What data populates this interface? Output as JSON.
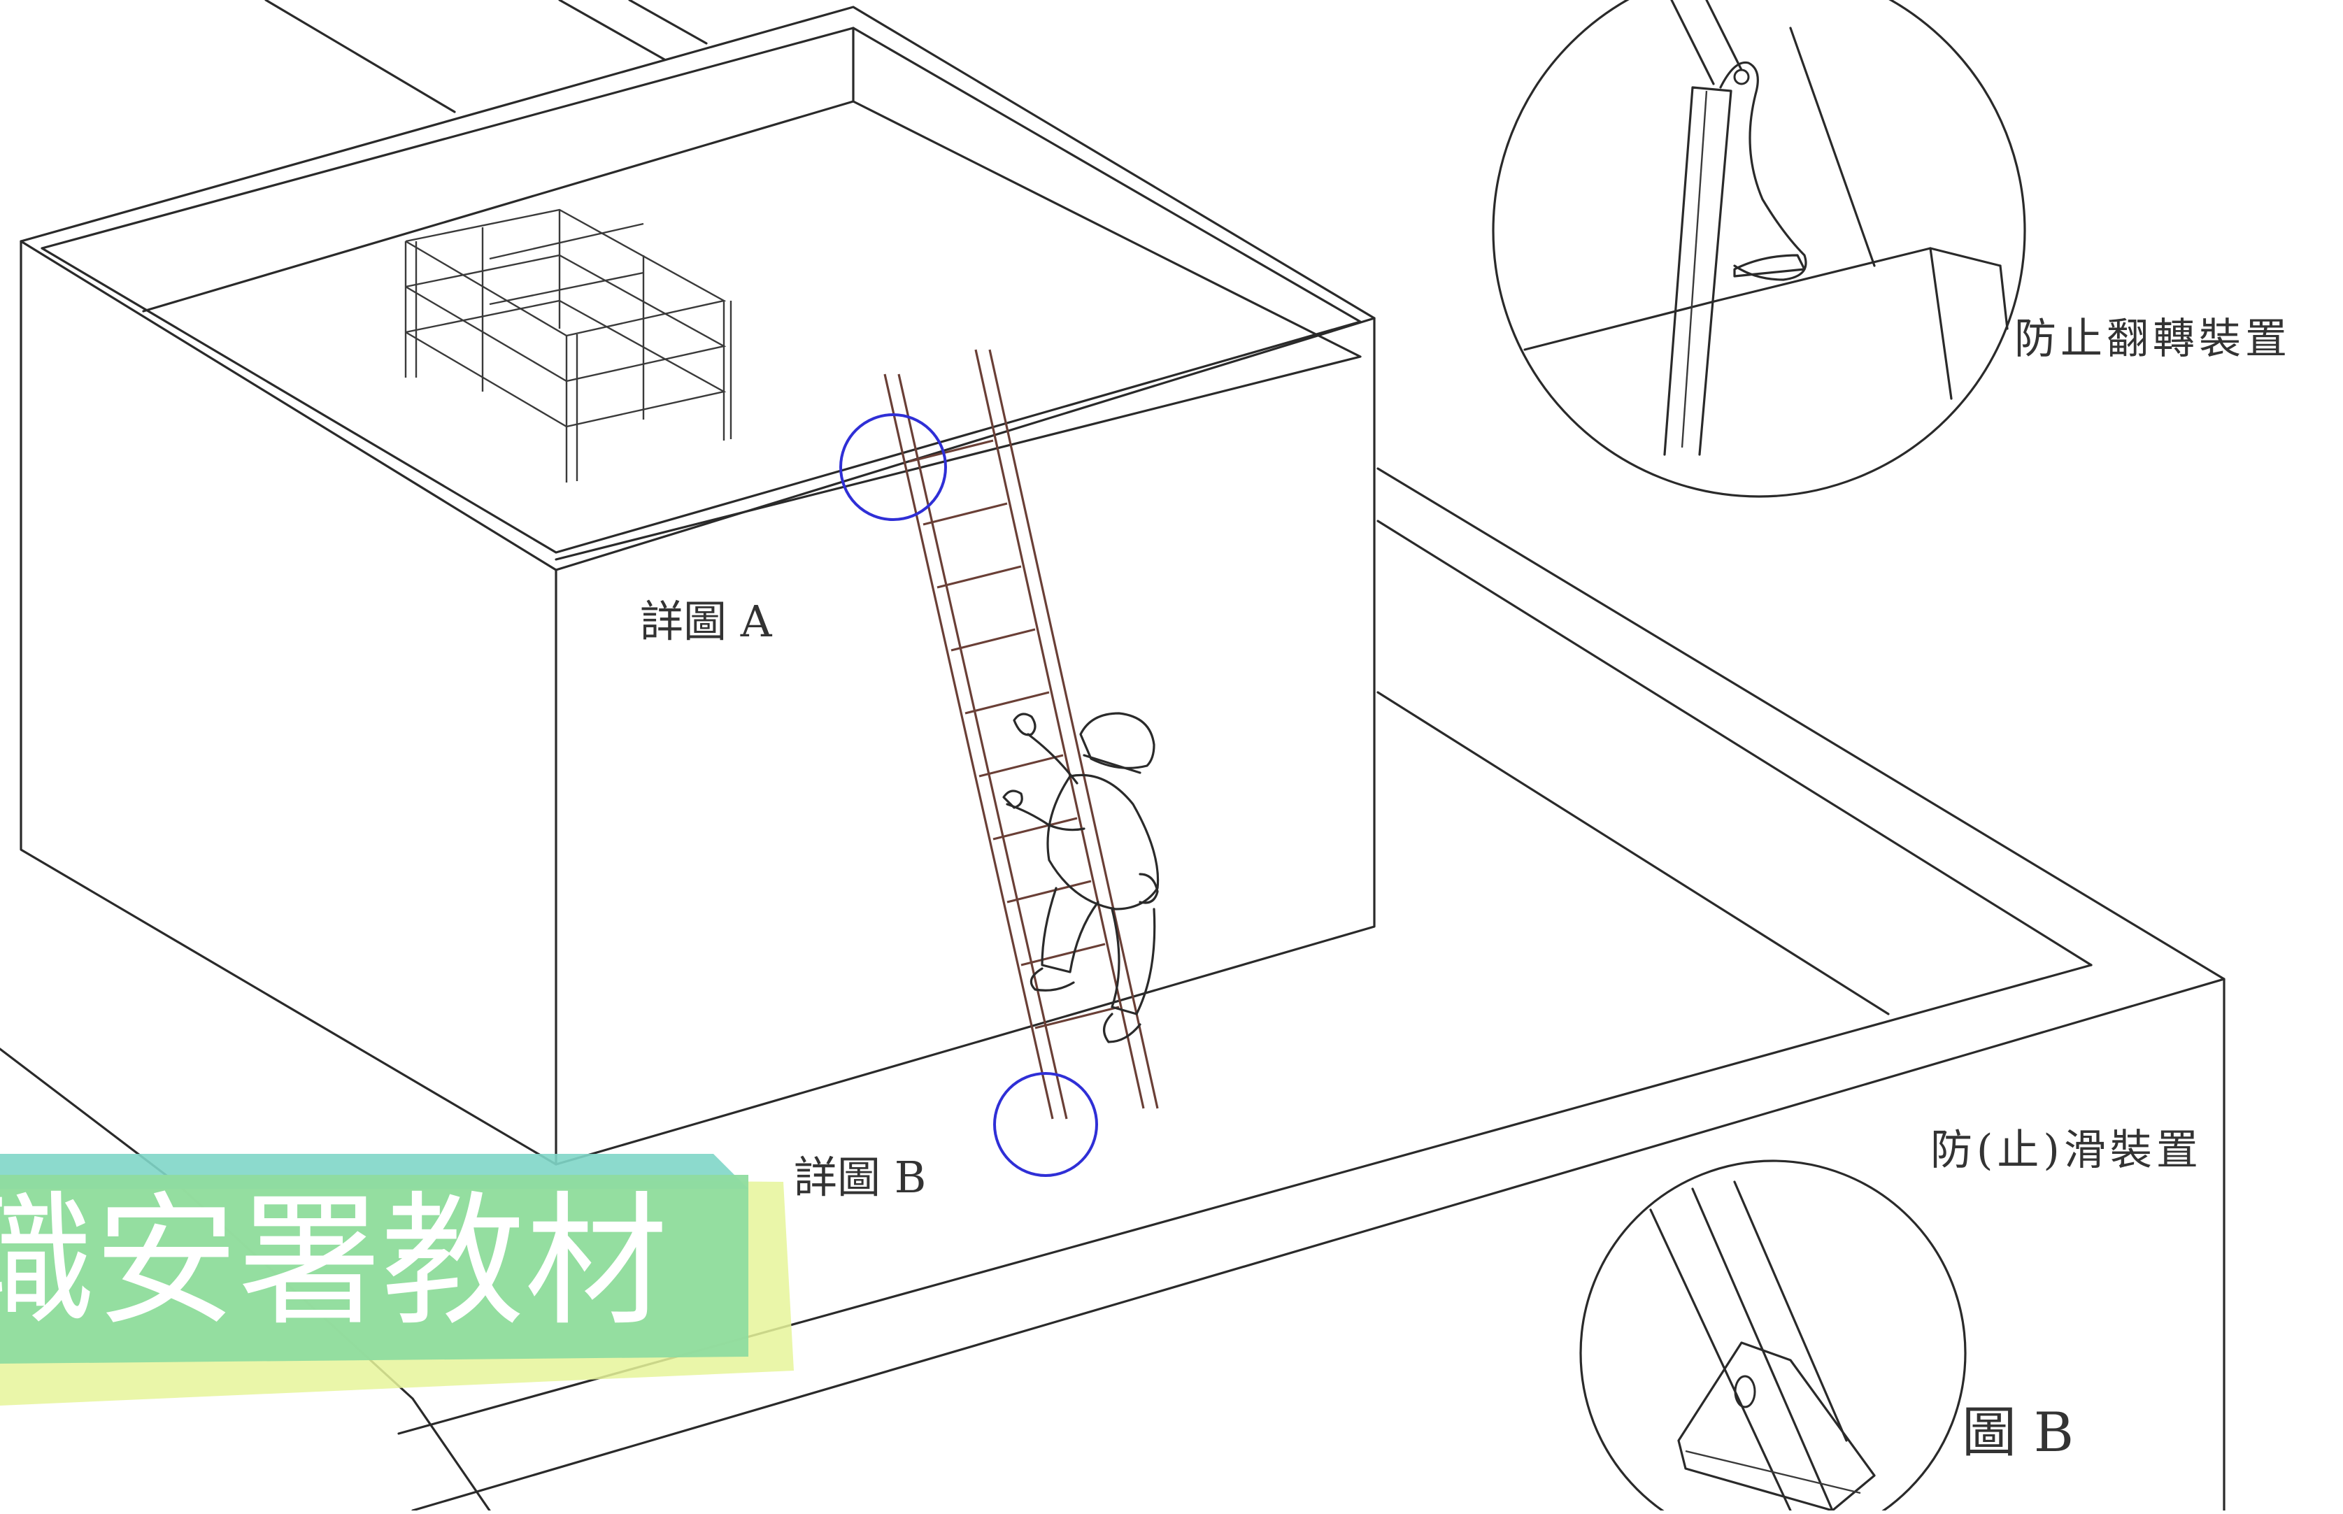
{
  "labels": {
    "detail_a": "詳圖 A",
    "detail_b": "詳圖 B",
    "anti_tip_device": "防止翻轉裝置",
    "anti_slip_device": "防(止)滑裝置",
    "figure_b": "圖 B"
  },
  "watermark": {
    "text": "職安署教材"
  },
  "colors": {
    "line": "#2a2a2a",
    "ladder": "#6a3f36",
    "highlight_circle": "#2f2fd6",
    "banner_green": "#8fdc9f",
    "banner_teal": "#7fd6c8",
    "banner_yellow": "#e6f59a"
  }
}
